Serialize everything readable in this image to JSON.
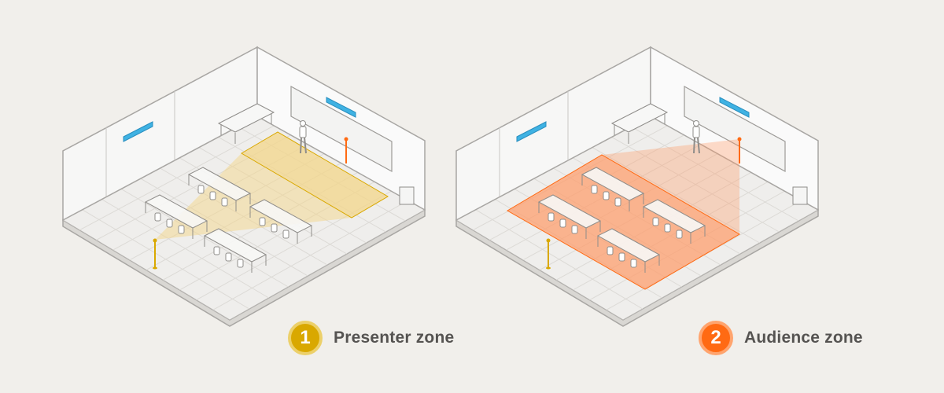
{
  "colors": {
    "background": "#f1efeb",
    "presenter": "#d9a800",
    "presenter_ring": "#ecd06a",
    "presenter_fill": "#f3d58a",
    "audience": "#ff6a13",
    "audience_ring": "#ffa46e",
    "audience_fill": "#ff9a66",
    "speaker": "#3fb2e3"
  },
  "legend": [
    {
      "number": "1",
      "label": "Presenter zone"
    },
    {
      "number": "2",
      "label": "Audience zone"
    }
  ]
}
